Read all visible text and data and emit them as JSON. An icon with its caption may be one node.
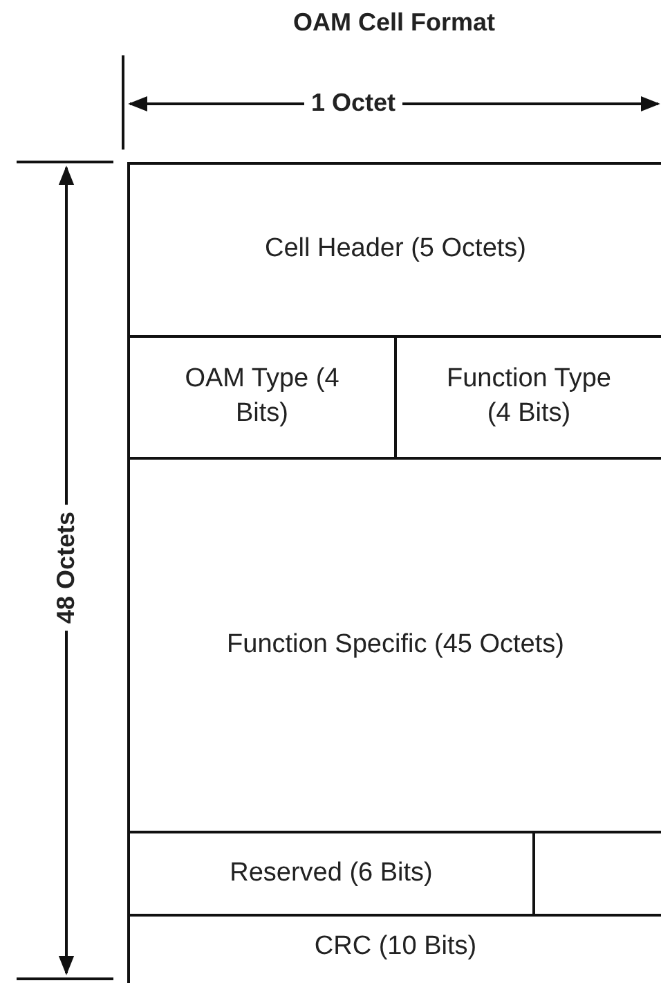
{
  "diagram": {
    "title": "OAM Cell Format",
    "nodes": [
      {
        "text": [
          "Cell Header (5 Octets)"
        ]
      },
      {
        "text": [
          "OAM Type (4 Bits)"
        ]
      },
      {
        "text": [
          "Function Type (4 Bits)"
        ]
      },
      {
        "text": [
          "Function Specific (45 Octets)"
        ]
      },
      {
        "text": [
          "Reserved (6 Bits)"
        ]
      },
      {
        "text": [
          "CRC (10 Bits)"
        ]
      }
    ],
    "labels": [
      "1 Octet",
      "48 Octets"
    ]
  }
}
